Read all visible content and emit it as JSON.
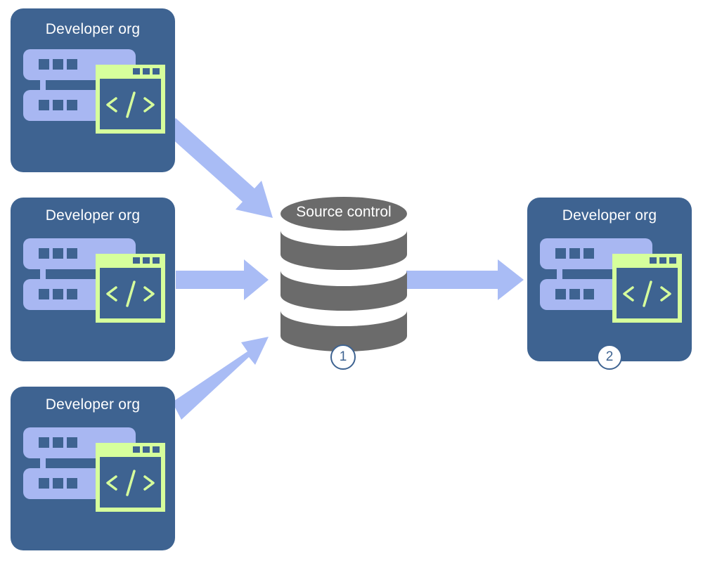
{
  "orgs": [
    {
      "label": "Developer org"
    },
    {
      "label": "Developer org"
    },
    {
      "label": "Developer org"
    },
    {
      "label": "Developer org"
    }
  ],
  "source_control": {
    "label": "Source control"
  },
  "steps": [
    "1",
    "2"
  ],
  "colors": {
    "org_box": "#3e6391",
    "server_icon": "#a8b7f2",
    "code_window": "#d6ff9c",
    "arrow": "#a9bcf5",
    "database": "#6b6b6b"
  }
}
